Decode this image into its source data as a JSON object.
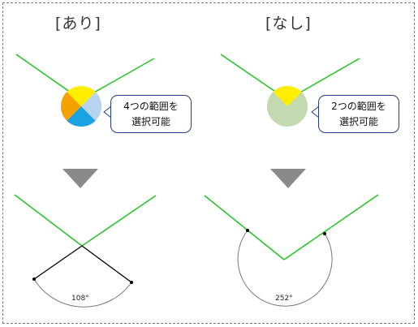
{
  "headings": {
    "left": "[あり]",
    "right": "[なし]"
  },
  "callouts": {
    "left": {
      "line1": "4つの範囲を",
      "line2": "選択可能"
    },
    "right": {
      "line1": "2つの範囲を",
      "line2": "選択可能"
    }
  },
  "angles": {
    "left": "108°",
    "right": "252°"
  },
  "colors": {
    "line": "#22c322",
    "region_top": "#ffee00",
    "region_left": "#f5a100",
    "region_bottom": "#1aa2e2",
    "region_right": "#b7d3ef",
    "region_disabled": "#c3dab0",
    "callout_border": "#1f3e86",
    "arrow": "#8a8a8a"
  },
  "icons": {
    "down_arrow": "down-triangle-icon"
  }
}
